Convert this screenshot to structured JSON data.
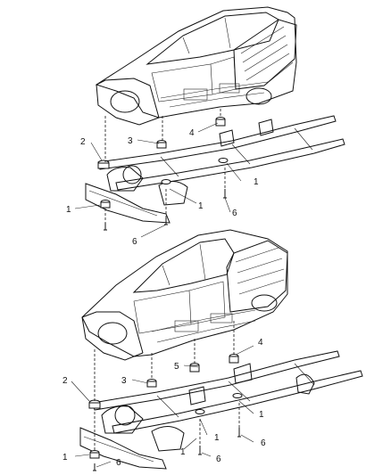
{
  "views": [
    {
      "name": "upper-view",
      "callouts": [
        {
          "id": "u2",
          "text": "2"
        },
        {
          "id": "u3",
          "text": "3"
        },
        {
          "id": "u4",
          "text": "4"
        },
        {
          "id": "u1a",
          "text": "1"
        },
        {
          "id": "u1b",
          "text": "1"
        },
        {
          "id": "u1c",
          "text": "1"
        },
        {
          "id": "u6a",
          "text": "6"
        },
        {
          "id": "u6b",
          "text": "6"
        }
      ]
    },
    {
      "name": "lower-view",
      "callouts": [
        {
          "id": "l4",
          "text": "4"
        },
        {
          "id": "l5",
          "text": "5"
        },
        {
          "id": "l3",
          "text": "3"
        },
        {
          "id": "l2",
          "text": "2"
        },
        {
          "id": "l1a",
          "text": "1"
        },
        {
          "id": "l1b",
          "text": "1"
        },
        {
          "id": "l1c",
          "text": "1"
        },
        {
          "id": "l1d",
          "text": "1"
        },
        {
          "id": "l6a",
          "text": "6"
        },
        {
          "id": "l6b",
          "text": "6"
        },
        {
          "id": "l6c",
          "text": "6"
        }
      ]
    }
  ]
}
